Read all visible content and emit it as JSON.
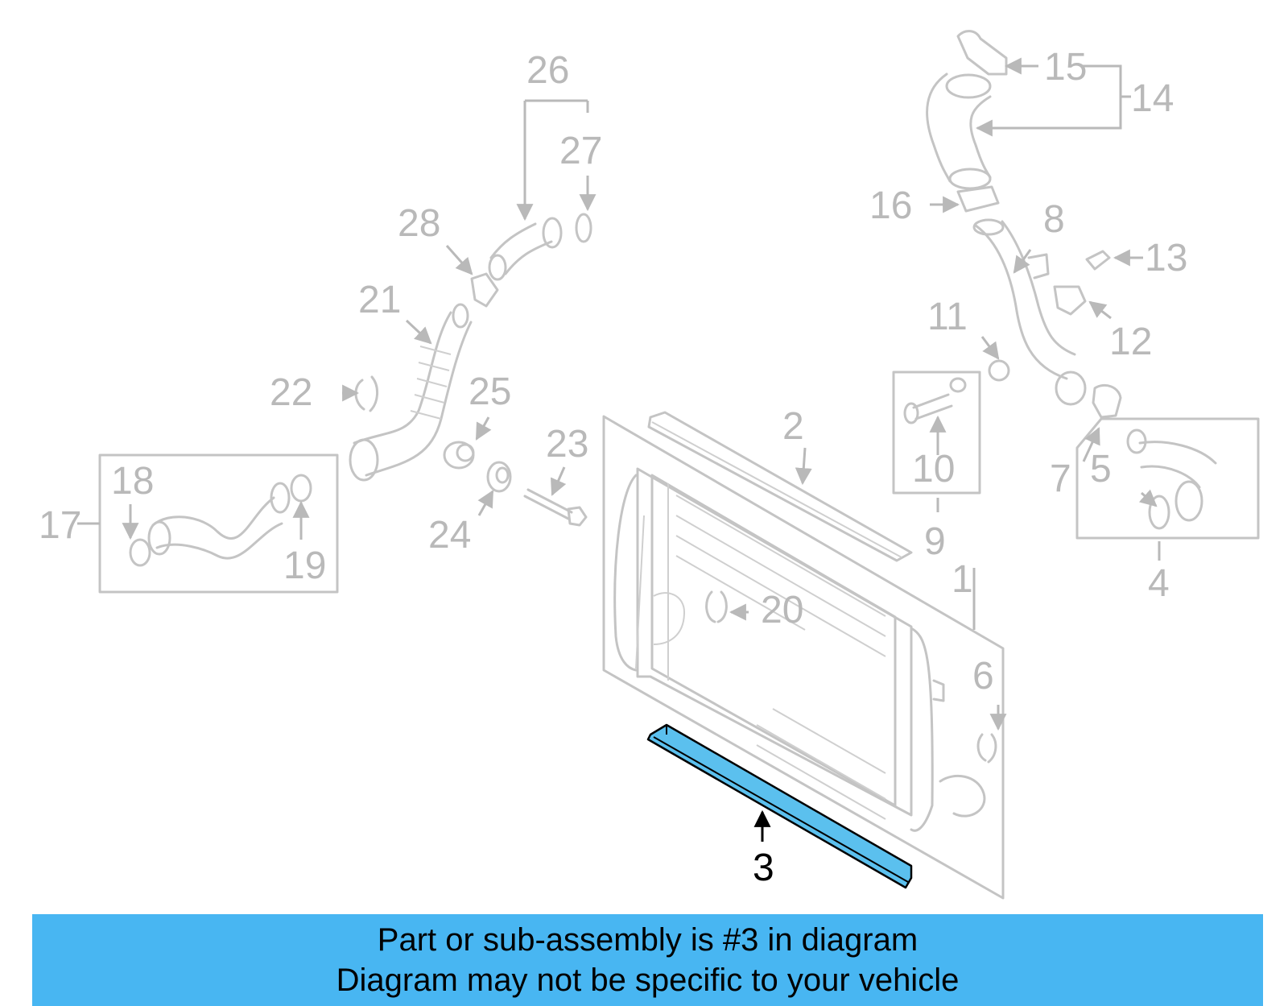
{
  "callouts": {
    "c1": "1",
    "c2": "2",
    "c3": "3",
    "c4": "4",
    "c5": "5",
    "c6": "6",
    "c7": "7",
    "c8": "8",
    "c9": "9",
    "c10": "10",
    "c11": "11",
    "c12": "12",
    "c13": "13",
    "c14": "14",
    "c15": "15",
    "c16": "16",
    "c17": "17",
    "c18": "18",
    "c19": "19",
    "c20": "20",
    "c21": "21",
    "c22": "22",
    "c23": "23",
    "c24": "24",
    "c25": "25",
    "c26": "26",
    "c27": "27",
    "c28": "28"
  },
  "highlight": {
    "part": "3",
    "color": "#5bc0ee",
    "caption_bg": "#48b6f2"
  },
  "caption": {
    "line1": "Part or sub-assembly is #3 in diagram",
    "line2": "Diagram may not be specific to your vehicle"
  }
}
